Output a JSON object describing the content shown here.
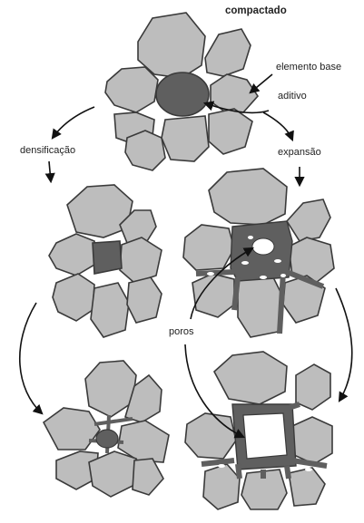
{
  "labels": {
    "title": "compactado",
    "base_element": "elemento base",
    "additive": "aditivo",
    "densification": "densificação",
    "expansion": "expansão",
    "pores": "poros"
  },
  "colors": {
    "grain_fill": "#bdbdbd",
    "grain_stroke": "#3a3a3a",
    "additive_fill": "#5f5f5f",
    "pore_fill": "#ffffff",
    "arrow": "#111111",
    "text": "#222222"
  }
}
